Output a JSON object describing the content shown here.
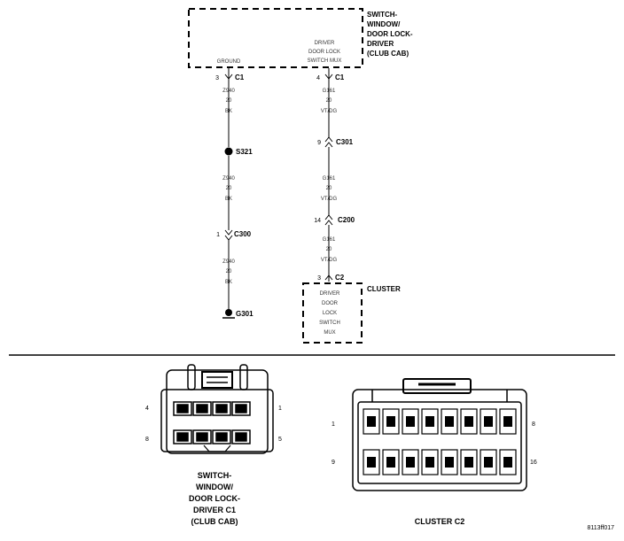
{
  "switch_box": {
    "title_lines": [
      "SWITCH-",
      "WINDOW/",
      "DOOR LOCK-",
      "DRIVER",
      "(CLUB CAB)"
    ],
    "inner_label_lines": [
      "DRIVER",
      "DOOR LOCK",
      "SWITCH MUX"
    ],
    "ground_label": "GROUND"
  },
  "left_wire": {
    "pin_top": "3",
    "conn_top": "C1",
    "seg1": [
      "Z940",
      "20",
      "BK"
    ],
    "splice": "S321",
    "seg2": [
      "Z940",
      "20",
      "BK"
    ],
    "conn_mid_pin": "1",
    "conn_mid": "C300",
    "seg3": [
      "Z940",
      "20",
      "BK"
    ],
    "ground": "G301"
  },
  "right_wire": {
    "pin_top": "4",
    "conn_top": "C1",
    "seg1": [
      "G161",
      "20",
      "VT/DG"
    ],
    "c301_pin": "9",
    "c301": "C301",
    "seg2": [
      "G161",
      "20",
      "VT/DG"
    ],
    "c200_pin": "14",
    "c200": "C200",
    "seg3": [
      "G161",
      "20",
      "VT/DG"
    ],
    "pin_bottom": "3",
    "conn_bottom": "C2"
  },
  "cluster_box": {
    "title": "CLUSTER",
    "inner_lines": [
      "DRIVER",
      "DOOR",
      "LOCK",
      "SWITCH",
      "MUX"
    ]
  },
  "connector_c1": {
    "pins": {
      "top_left": "4",
      "top_right": "1",
      "bottom_left": "8",
      "bottom_right": "5"
    },
    "caption_lines": [
      "SWITCH-",
      "WINDOW/",
      "DOOR LOCK-",
      "DRIVER C1",
      "(CLUB CAB)"
    ]
  },
  "connector_c2": {
    "pins": {
      "top_left": "1",
      "top_right": "8",
      "bottom_left": "9",
      "bottom_right": "16"
    },
    "caption": "CLUSTER C2"
  },
  "figure_id": "8113ff017"
}
